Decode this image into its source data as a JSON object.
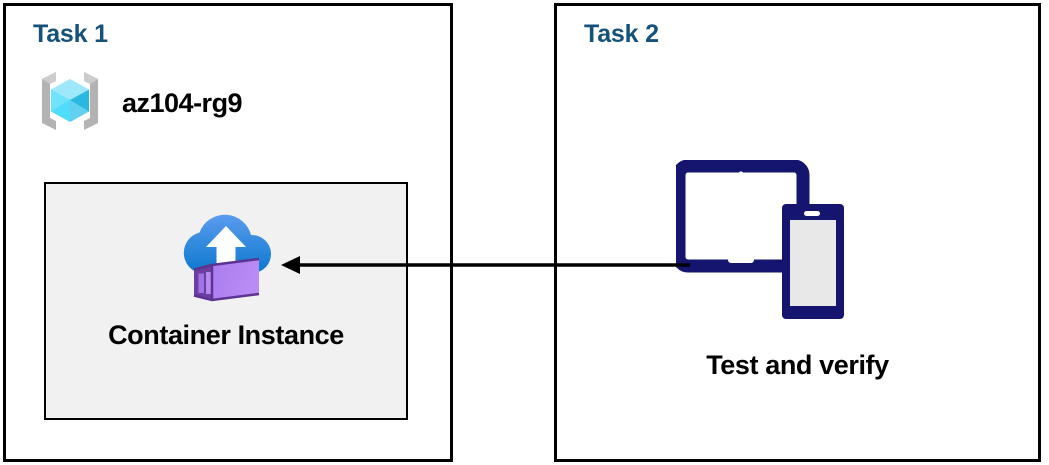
{
  "diagram": {
    "title": "Azure Container Instance deployment and verification",
    "background_color": "#FFFFFF",
    "border_color": "#000000",
    "heading_color": "#14517B"
  },
  "panels": [
    {
      "id": "task1",
      "heading": "Task 1",
      "resource_group": {
        "name": "az104-rg9",
        "icon": "azure-resource-group-icon"
      },
      "resource": {
        "label": "Container Instance",
        "icon": "azure-container-instance-icon",
        "box_fill": "#F1F1F1",
        "cloud_color_top": "#5B9BEE",
        "cloud_color_bottom": "#0F7FD4",
        "container_color_light": "#A173E8",
        "container_color_dark": "#6B3FA0"
      }
    },
    {
      "id": "task2",
      "heading": "Task 2",
      "resource": {
        "label": "Test and verify",
        "icon": "devices-tablet-phone-icon",
        "device_color": "#151570",
        "screen_color": "#E8E8E8"
      }
    }
  ],
  "connector": {
    "name": "flow-arrow",
    "direction": "right-to-left",
    "from": "Test and verify",
    "to": "Container Instance",
    "color": "#000000"
  }
}
